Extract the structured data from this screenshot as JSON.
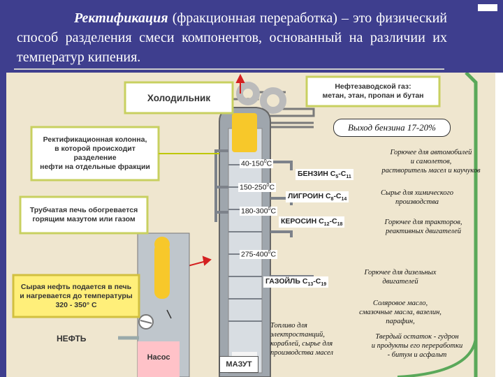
{
  "header": {
    "title_bold": "Ректификация",
    "title_rest": " (фракционная переработка) – это физический способ разделения смеси компонентов, основанный на различии их температур кипения."
  },
  "diagram": {
    "cooler": "Холодильник",
    "gas_line1": "Нефтезаводской газ:",
    "gas_line2": "метан, этан, пропан и бутан",
    "gasoline_yield": "Выход бензина 17-20%",
    "column_line1": "Ректификационная колонна,",
    "column_line2": "в которой происходит",
    "column_line3": "разделение",
    "column_line4": "нефти на отдельные фракции",
    "furnace_line1": "Трубчатая печь обогревается",
    "furnace_line2": "горящим мазутом или газом",
    "crude_line1": "Сырая нефть подается в печь",
    "crude_line2": "и нагревается до температуры",
    "crude_line3": "320 - 350° С",
    "oil_label": "НЕФТЬ",
    "pump": "Насос",
    "mazut": "МАЗУТ",
    "temps": {
      "t1": "40-150",
      "t2": "150-250",
      "t3": "180-300",
      "t4": "275-400",
      "deg": "0",
      "unit": "С"
    },
    "products": {
      "benzin": "БЕНЗИН С",
      "benzin_a": "5",
      "benzin_b": "11",
      "ligroin": "ЛИГРОИН С",
      "ligroin_a": "8",
      "ligroin_b": "14",
      "kerosin": "КЕРОСИН С",
      "kerosin_a": "12",
      "kerosin_b": "18",
      "gasoil": "ГАЗОЙЛЬ С",
      "gasoil_a": "13",
      "gasoil_b": "19",
      "dash": "-С"
    },
    "uses": {
      "benzin_l1": "Горючее для автомобилей",
      "benzin_l2": "и самолетов,",
      "benzin_l3": "растворитель масел и каучуков",
      "ligroin_l1": "Сырье для химического",
      "ligroin_l2": "производства",
      "kerosin_l1": "Горючее для тракторов,",
      "kerosin_l2": "реактивных двигателей",
      "gasoil_l1": "Горючее для дизельных",
      "gasoil_l2": "двигателей",
      "oils_l1": "Соляровое масло,",
      "oils_l2": "смазочные масла, вазелин,",
      "oils_l3": "парафин,",
      "fuel_l1": "Топливо для",
      "fuel_l2": "электростанций,",
      "fuel_l3": "кораблей, сырье для",
      "fuel_l4": "производства масел",
      "residue_l1": "Твердый остаток - гудрон",
      "residue_l2": "и продукты его переработки",
      "residue_l3": "- битум и асфальт"
    }
  }
}
